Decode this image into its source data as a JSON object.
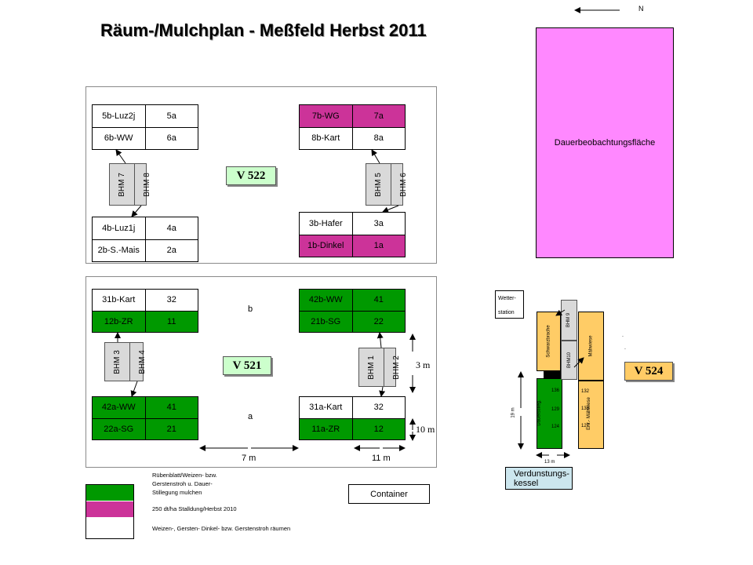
{
  "title": "Räum-/Mulchplan - Meßfeld Herbst 2011",
  "north": "N",
  "colors": {
    "green": "#009900",
    "magenta": "#cc3399",
    "pink": "#ff88ff",
    "orange": "#ffcc66",
    "bhm_gray": "#d9d9d9",
    "v_label": "#ccffcc",
    "v524_label": "#ffcc66",
    "verdunstung": "#cce6ee"
  },
  "v522": {
    "label": "V 522",
    "plot_5_6": [
      [
        "5b-Luz2j",
        "5a"
      ],
      [
        "6b-WW",
        "6a"
      ]
    ],
    "plot_7_8": [
      [
        "7b-WG",
        "7a"
      ],
      [
        "8b-Kart",
        "8a"
      ]
    ],
    "plot_4_2": [
      [
        "4b-Luz1j",
        "4a"
      ],
      [
        "2b-S.-Mais",
        "2a"
      ]
    ],
    "plot_3_1": [
      [
        "3b-Hafer",
        "3a"
      ],
      [
        "1b-Dinkel",
        "1a"
      ]
    ],
    "bhm_left": [
      "BHM 7",
      "BHM 8"
    ],
    "bhm_right": [
      "BHM 5",
      "BHM 6"
    ]
  },
  "v521": {
    "label": "V 521",
    "plot_31_12": [
      [
        "31b-Kart",
        "32"
      ],
      [
        "12b-ZR",
        "11"
      ]
    ],
    "plot_42_21": [
      [
        "42b-WW",
        "41"
      ],
      [
        "21b-SG",
        "22"
      ]
    ],
    "plot_42a_22a": [
      [
        "42a-WW",
        "41"
      ],
      [
        "22a-SG",
        "21"
      ]
    ],
    "plot_31a_11a": [
      [
        "31a-Kart",
        "32"
      ],
      [
        "11a-ZR",
        "12"
      ]
    ],
    "bhm_left": [
      "BHM 3",
      "BHM 4"
    ],
    "bhm_right": [
      "BHM 1",
      "BHM 2"
    ],
    "label_b": "b",
    "label_a": "a",
    "dim_3m": "3 m",
    "dim_10m": "10 m",
    "dim_7m": "7 m",
    "dim_11m": "11 m"
  },
  "dauer": "Dauerbeobachtungsfläche",
  "v524": {
    "label": "V 524",
    "wetterstation": [
      "Wetter-",
      "station"
    ],
    "bhm9": "BHM 9",
    "bhm10": "BHM10",
    "schwarzbrache": "Schwarzbrache",
    "maehwiese": "Mähwiese",
    "dauerstilleg": "Dauerstilleg.",
    "ertr_maehwiese": "Ertr.- Mähwiese",
    "nums_left": [
      "136",
      "129",
      "124"
    ],
    "nums_right": [
      "132",
      "138",
      "127"
    ],
    "dim_19m": "19 m",
    "dim_13m": "13 m",
    "verdunstung": [
      "Verdunstungs-",
      "kessel"
    ]
  },
  "legend": {
    "green_text": [
      "Rübenblatt/Weizen- bzw.",
      "Gerstenstroh u. Dauer-",
      "Stillegung mulchen"
    ],
    "magenta_text": "250 dt/ha Stalldung/Herbst 2010",
    "white_text": "Weizen-, Gersten- Dinkel- bzw. Gerstenstroh räumen"
  },
  "container": "Container"
}
